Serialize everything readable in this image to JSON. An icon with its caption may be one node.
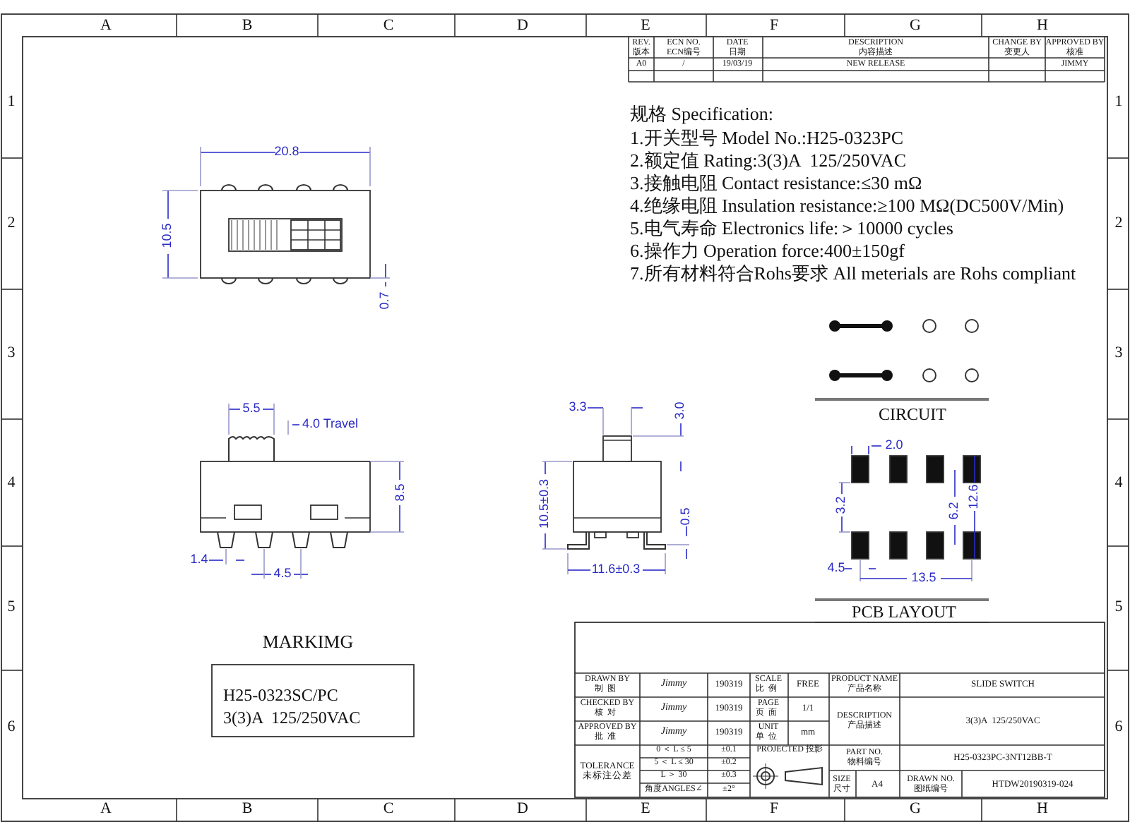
{
  "diagram": {
    "labels": [
      "A",
      "B",
      "C",
      "D",
      "E",
      "F",
      "G",
      "H",
      "1",
      "2",
      "3",
      "4",
      "5",
      "6",
      "1",
      "2",
      "3",
      "4",
      "5",
      "6",
      "REV.",
      "版本",
      "ECN NO.",
      "ECN编号",
      "DATE",
      "日期",
      "DESCRIPTION",
      "内容描述",
      "CHANGE BY",
      "变更人",
      "APPROVED BY",
      "核准",
      "A0",
      "/",
      "19/03/19",
      "NEW RELEASE",
      "JIMMY",
      "规格 Specification:",
      "1.开关型号 Model No.:H25-0323PC",
      "2.额定值 Rating:3(3)A  125/250VAC",
      "3.接触电阻 Contact resistance:≤30 mΩ",
      "4.绝缘电阻 Insulation resistance:≥100 MΩ(DC500V/Min)",
      "5.电气寿命 Electronics life:＞10000 cycles",
      "6.操作力 Operation force:400±150gf",
      "7.所有材料符合Rohs要求 All meterials are Rohs compliant",
      "20.8",
      "10.5",
      "0.7",
      "5.5",
      "4.0 Travel",
      "8.5",
      "1.4",
      "4.5",
      "3.3",
      "3.0",
      "10.5±0.3",
      "0.5",
      "11.6±0.3",
      "CIRCUIT",
      "2.0",
      "3.2",
      "6.2",
      "12.6",
      "4.5",
      "13.5",
      "PCB LAYOUT",
      "MARKIMG",
      "H25-0323SC/PC",
      "3(3)A  125/250VAC",
      "DRAWN BY",
      "制图",
      "Jimmy",
      "190319",
      "SCALE",
      "比例",
      "FREE",
      "PRODUCT NAME",
      "产品名称",
      "SLIDE SWITCH",
      "CHECKED BY",
      "核对",
      "Jimmy",
      "190319",
      "PAGE",
      "页面",
      "1/1",
      "DESCRIPTION",
      "产品描述",
      "3(3)A  125/250VAC",
      "APPROVED BY",
      "批准",
      "Jimmy",
      "190319",
      "UNIT",
      "单位",
      "mm",
      "TOLERANCE",
      "未标注公差",
      "0 ＜ L ≤ 5",
      "±0.1",
      "PROJECTED 投影",
      "PART NO.",
      "物料编号",
      "H25-0323PC-3NT12BB-T",
      "5 ＜ L ≤ 30",
      "±0.2",
      "L ＞ 30",
      "±0.3",
      "角度ANGLES∠",
      "±2°",
      "SIZE",
      "尺寸",
      "A4",
      "DRAWN NO.",
      "图纸编号",
      "HTDW20190319-024",
      "A",
      "B",
      "C",
      "D",
      "E",
      "F",
      "G",
      "H"
    ]
  }
}
